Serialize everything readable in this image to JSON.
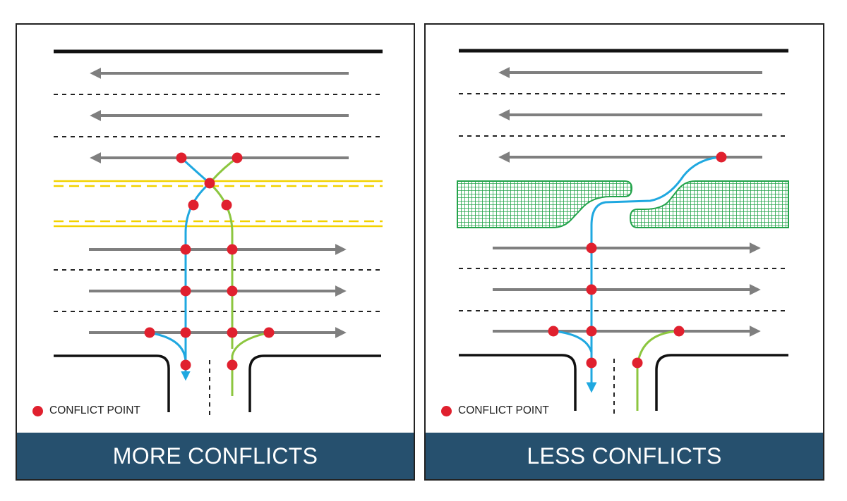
{
  "panels": {
    "left": {
      "caption": "MORE CONFLICTS",
      "legend_label": "CONFLICT POINT"
    },
    "right": {
      "caption": "LESS CONFLICTS",
      "legend_label": "CONFLICT POINT"
    }
  },
  "colors": {
    "conflict_point": "#e0202e",
    "caption_bar": "#26506e",
    "through_arrows": "#7f7f7f",
    "left_turn_path": "#1fa8e0",
    "right_turn_path": "#8cc63f",
    "median_stripes": "#f2d200",
    "raised_median": "#22a34a"
  }
}
